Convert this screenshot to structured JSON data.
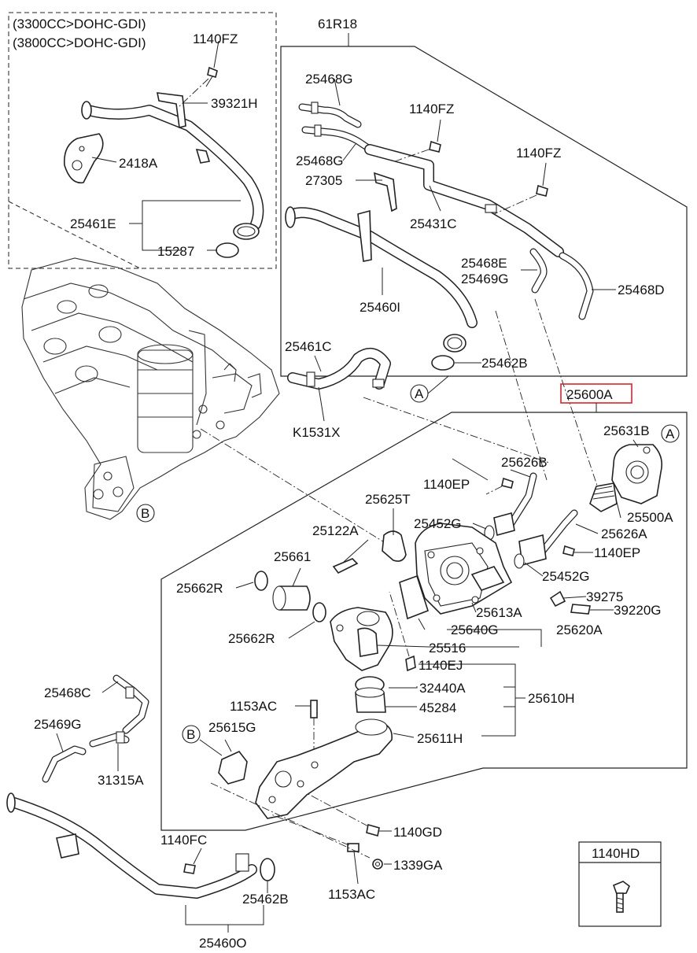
{
  "notes": {
    "line1": "(3300CC>DOHC-GDI)",
    "line2": "(3800CC>DOHC-GDI)"
  },
  "highlighted_part": "25600A",
  "callouts": {
    "c_1140FZ_a": "1140FZ",
    "c_39321H": "39321H",
    "c_2418A": "2418A",
    "c_25461E": "25461E",
    "c_15287": "15287",
    "c_61R18": "61R18",
    "c_25468G_a": "25468G",
    "c_25468G_b": "25468G",
    "c_1140FZ_b": "1140FZ",
    "c_1140FZ_c": "1140FZ",
    "c_27305": "27305",
    "c_25431C": "25431C",
    "c_25468E": "25468E",
    "c_25469G_a": "25469G",
    "c_25468D": "25468D",
    "c_25460I": "25460I",
    "c_25462B_a": "25462B",
    "c_25461C": "25461C",
    "c_K1531X": "K1531X",
    "c_25631B": "25631B",
    "c_25626B": "25626B",
    "c_1140EP_a": "1140EP",
    "c_25625T": "25625T",
    "c_25452G_a": "25452G",
    "c_25500A": "25500A",
    "c_25626A": "25626A",
    "c_1140EP_b": "1140EP",
    "c_25122A": "25122A",
    "c_25661": "25661",
    "c_25452G_b": "25452G",
    "c_25662R_a": "25662R",
    "c_39275": "39275",
    "c_39220G": "39220G",
    "c_25613A": "25613A",
    "c_25640G": "25640G",
    "c_25620A": "25620A",
    "c_25662R_b": "25662R",
    "c_25516": "25516",
    "c_1140EJ": "1140EJ",
    "c_32440A": "32440A",
    "c_25610H": "25610H",
    "c_1153AC_a": "1153AC",
    "c_45284": "45284",
    "c_25615G": "25615G",
    "c_25611H": "25611H",
    "c_25468C": "25468C",
    "c_25469G_b": "25469G",
    "c_31315A": "31315A",
    "c_1140GD": "1140GD",
    "c_1140FC": "1140FC",
    "c_1339GA": "1339GA",
    "c_25462B_b": "25462B",
    "c_1153AC_b": "1153AC",
    "c_25460O": "25460O",
    "c_1140HD": "1140HD"
  },
  "reference_markers": {
    "A_top": "A",
    "A_right": "A",
    "B_engine": "B",
    "B_bottom": "B"
  }
}
